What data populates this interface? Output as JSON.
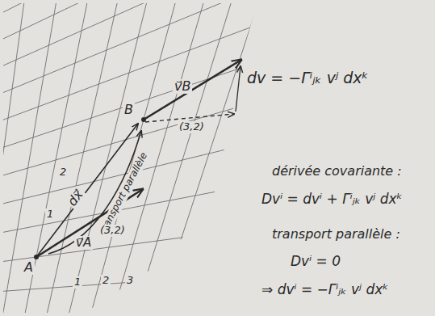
{
  "diagram": {
    "labels": [
      "dv = −Γⁱⱼₖ vʲ dxᵏ",
      "B",
      "v⃗B",
      "(3,2)",
      "dx⃗",
      "transport parallèle",
      "2",
      "1",
      "v⃗A",
      "(3,2)",
      "A",
      "1",
      "2",
      "3",
      "dérivée covariante :",
      "Dvⁱ = dvⁱ + Γⁱⱼₖ vʲ dxᵏ",
      "transport parallèle :",
      "Dvⁱ = 0",
      "⇒ dvⁱ = −Γⁱⱼₖ vʲ dxᵏ"
    ]
  }
}
